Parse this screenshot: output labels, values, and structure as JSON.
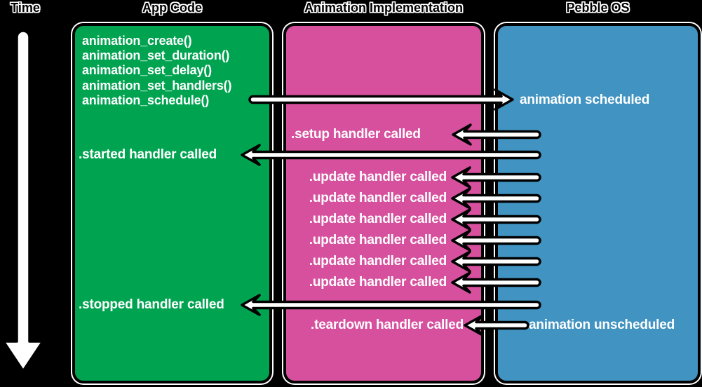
{
  "diagram": {
    "time_label": "Time",
    "columns": {
      "app_code_title": "App Code",
      "animation_implementation_title": "Animation Implementation",
      "pebble_os_title": "Pebble OS"
    }
  },
  "app_code": {
    "functions": [
      "animation_create()",
      "animation_set_duration()",
      "animation_set_delay()",
      "animation_set_handlers()",
      "animation_schedule()"
    ],
    "started_event": ".started handler called",
    "stopped_event": ".stopped handler called"
  },
  "animation_implementation": {
    "setup_event": ".setup handler called",
    "update_events": [
      ".update handler called",
      ".update handler called",
      ".update handler called",
      ".update handler called",
      ".update handler called",
      ".update handler called"
    ],
    "teardown_event": ".teardown handler called"
  },
  "pebble_os": {
    "scheduled_event": "animation scheduled",
    "unscheduled_event": "animation unscheduled"
  },
  "colors": {
    "background": "#000000",
    "app_code_box": "#00a350",
    "animation_implementation_box": "#d6509e",
    "pebble_os_box": "#4193c1",
    "label_text": "#ffffff",
    "arrow_fill": "#ffffff",
    "arrow_outline": "#000000"
  }
}
